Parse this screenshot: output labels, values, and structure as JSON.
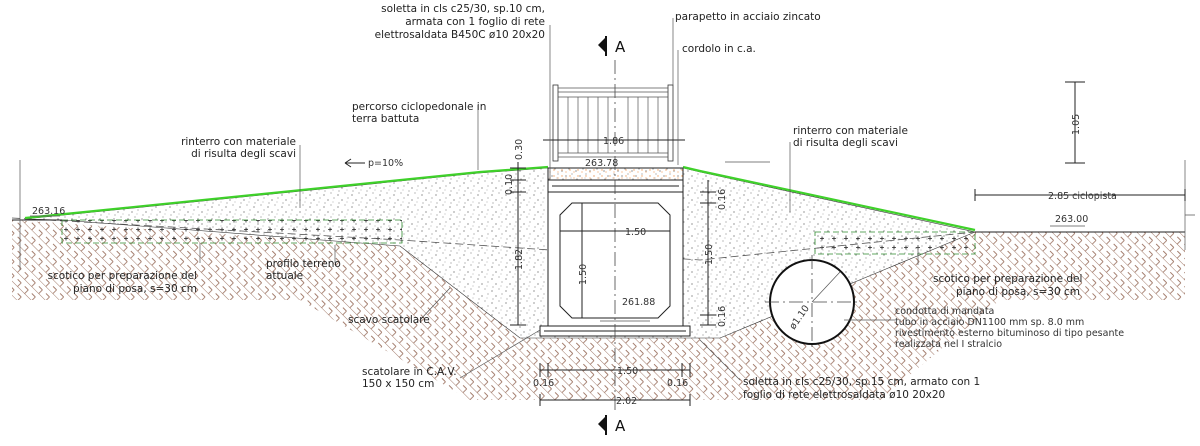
{
  "labels": {
    "soletta_top_1": "soletta in cls c25/30, sp.10 cm,",
    "soletta_top_2": "armata con 1 foglio di rete",
    "soletta_top_3": "elettrosaldata B450C ø10 20x20",
    "parapetto": "parapetto in acciaio zincato",
    "cordolo": "cordolo in c.a.",
    "percorso_1": "percorso ciclopedonale in",
    "percorso_2": "terra battuta",
    "rinterro_left_1": "rinterro con materiale",
    "rinterro_left_2": "di risulta degli scavi",
    "rinterro_right_1": "rinterro con materiale",
    "rinterro_right_2": "di risulta degli scavi",
    "slope": "p=10%",
    "scotico_left_1": "scotico per preparazione del",
    "scotico_left_2": "piano di posa, s=30 cm",
    "scotico_right_1": "scotico per preparazione del",
    "scotico_right_2": "piano di posa, s=30 cm",
    "profilo_1": "profilo terreno",
    "profilo_2": "attuale",
    "scavo": "scavo scatolare",
    "scatolare_1": "scatolare in C.A.V.",
    "scatolare_2": "150 x 150 cm",
    "soletta_bottom_1": "soletta in cls c25/30, sp.15 cm, armato con 1",
    "soletta_bottom_2": "foglio di rete elettrosaldata ø10 20x20",
    "condotta_1": "condotta di mandata",
    "condotta_2": "tubo in acciaio DN1100 mm sp. 8.0 mm",
    "condotta_3": "rivestimento esterno bituminoso di tipo pesante",
    "condotta_4": "realizzata nel I stralcio",
    "section_top": "A",
    "section_bottom": "A"
  },
  "dimensions": {
    "parapet_width": "1.86",
    "parapet_height": "1.05",
    "fill_top": "0.30",
    "slab_top": "0.10",
    "box_height_left": "1.82",
    "right_top": "0.16",
    "right_mid": "1.50",
    "right_bottom": "0.16",
    "inner_width": "1.50",
    "inner_height": "1.50",
    "bottom_wall_left": "0.16",
    "bottom_inner": "1.50",
    "bottom_wall_right": "0.16",
    "total_width": "2.02",
    "cycle_path": "2.85 ciclopista",
    "pipe_diameter": "ø1.10"
  },
  "elevations": {
    "deck": "263.78",
    "invert": "261.88",
    "left_ground": "263.16",
    "right_ground": "263.00"
  },
  "colors": {
    "grass": "#3fd12a",
    "soil_hatch": "#a47e6e",
    "scotico_border": "#2e8b2e"
  }
}
